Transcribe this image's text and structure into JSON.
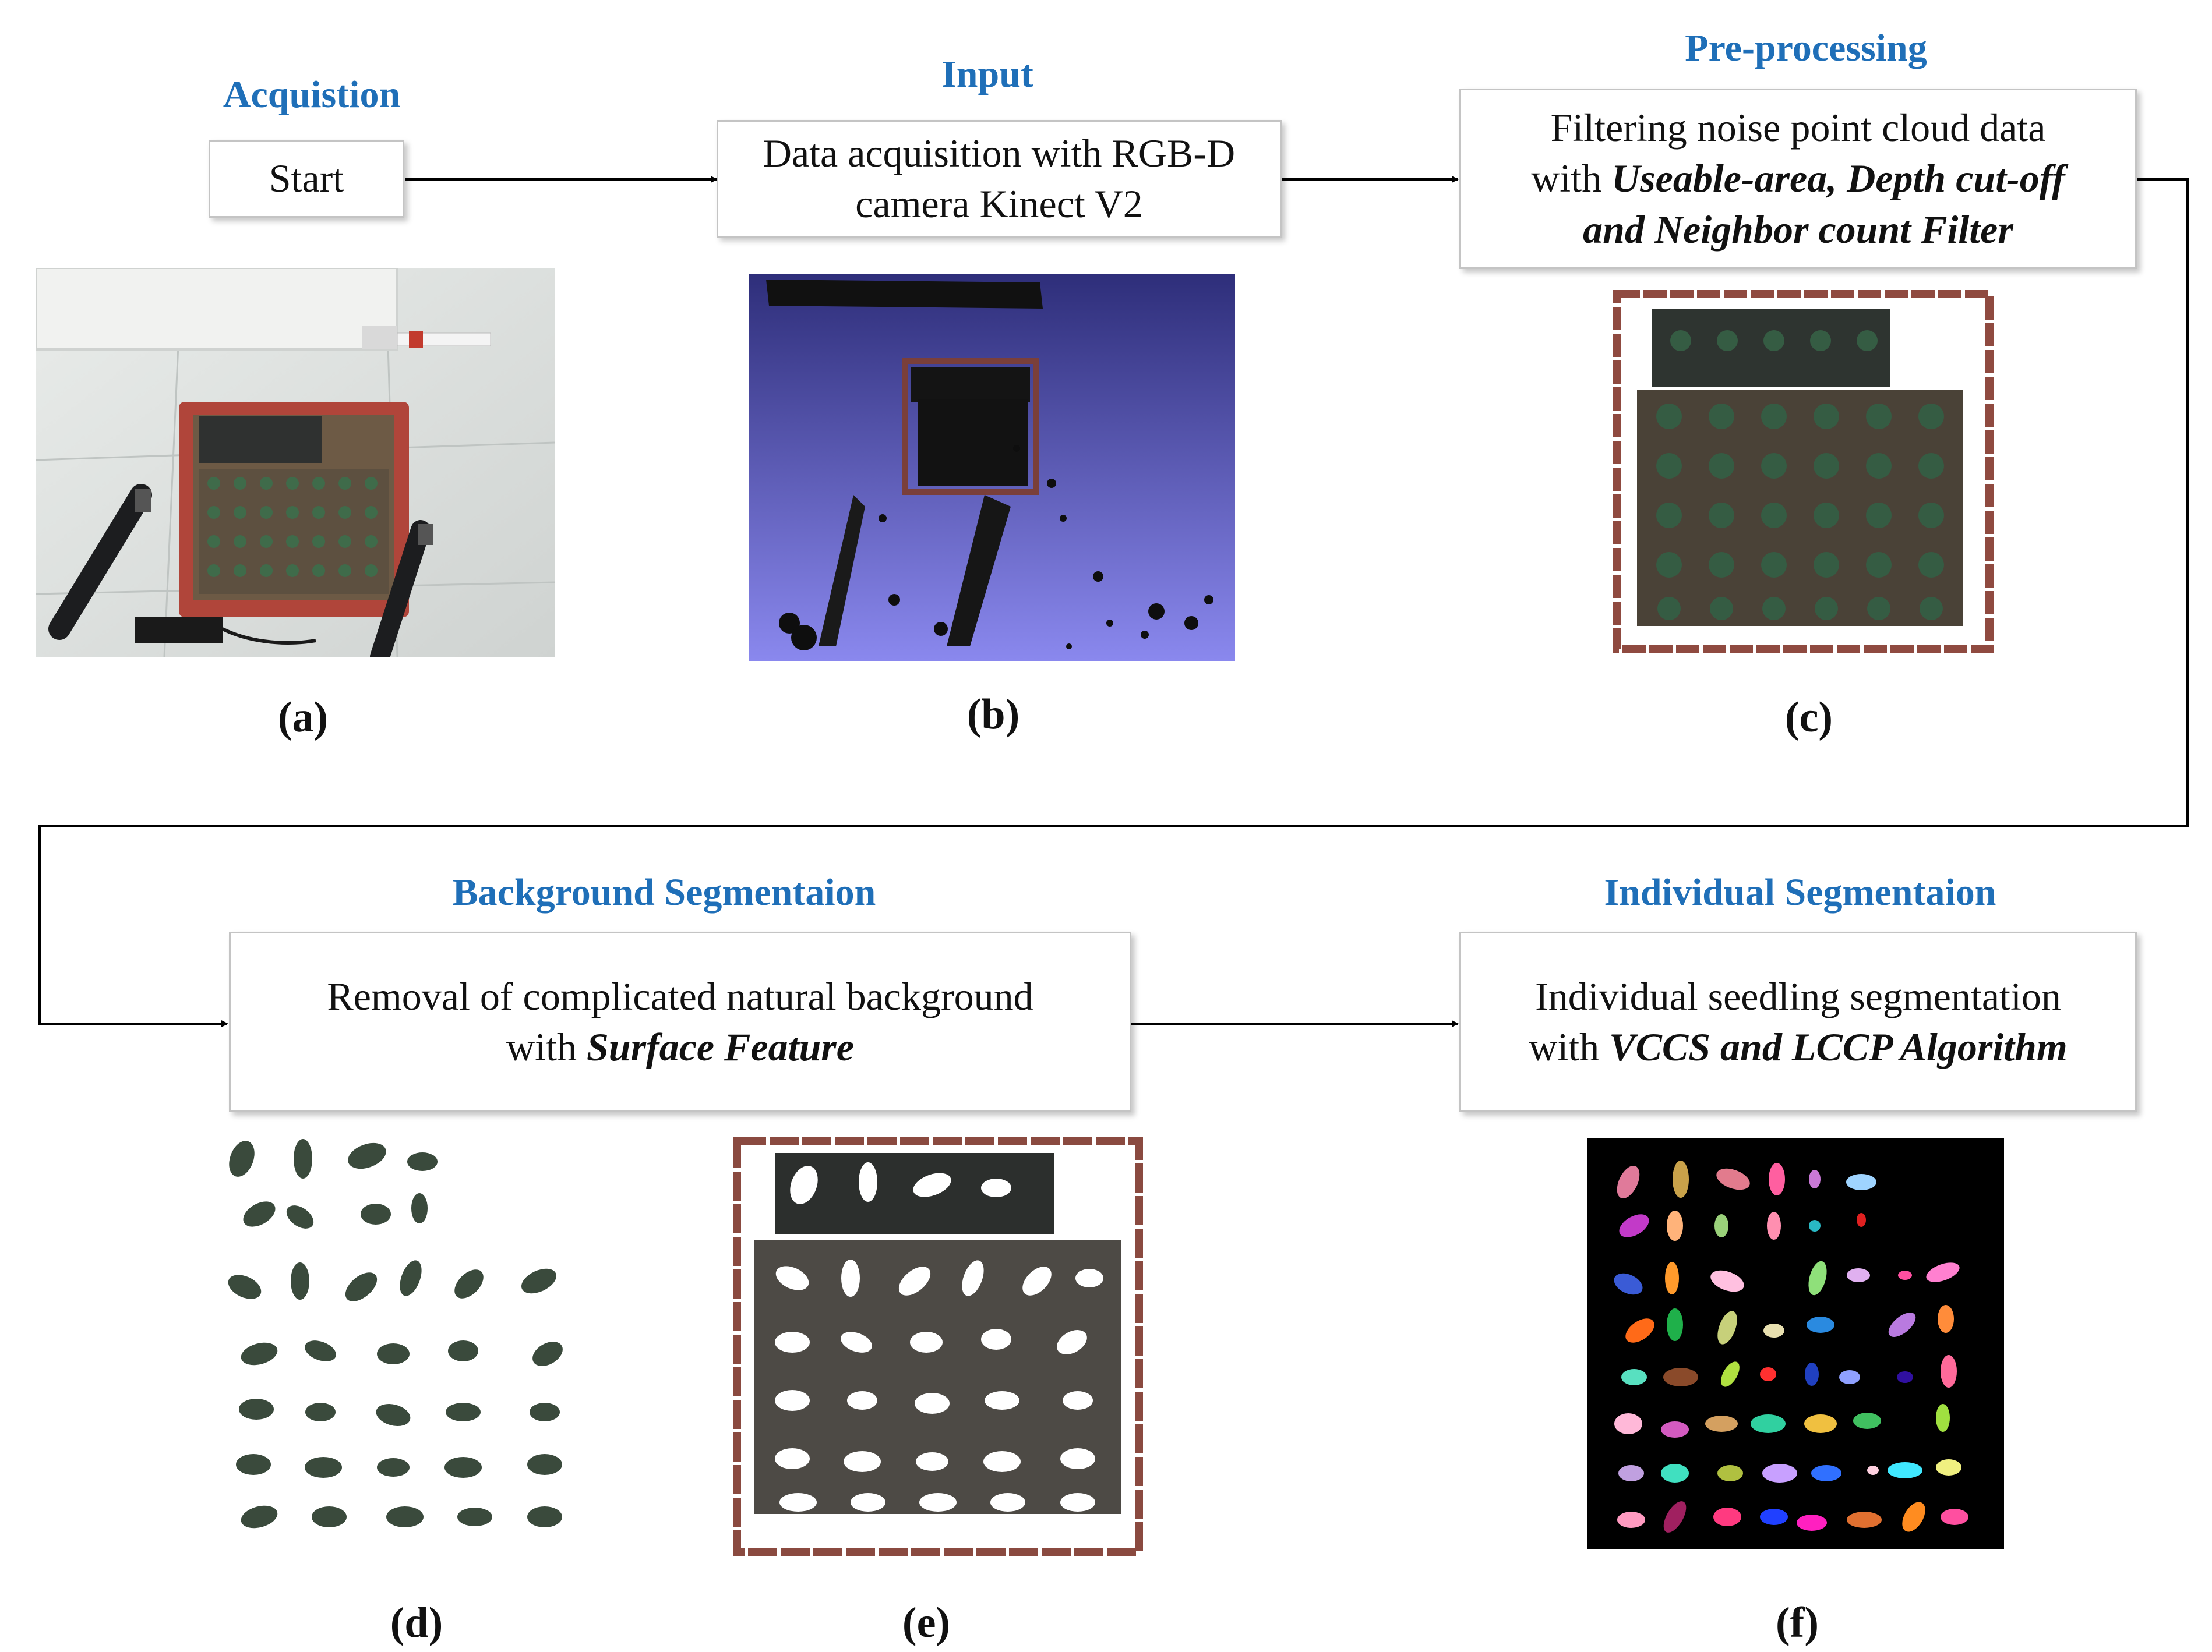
{
  "stages": {
    "acquisition": {
      "title": "Acquistion",
      "box_text": "Start"
    },
    "input": {
      "title": "Input",
      "line1": "Data acquisition with RGB-D",
      "line2": "camera Kinect V2"
    },
    "preprocessing": {
      "title": "Pre-processing",
      "line1": "Filtering noise point cloud data",
      "line2_plain": "with ",
      "line2_em": "Useable-area, Depth cut-off",
      "line3_em": "and Neighbor count Filter"
    },
    "background": {
      "title": "Background Segmentaion",
      "line1": "Removal of complicated natural background",
      "line2_plain": "with ",
      "line2_em": "Surface Feature"
    },
    "individual": {
      "title": "Individual Segmentaion",
      "line1": "Individual seedling segmentation",
      "line2_plain": "with ",
      "line2_em": "VCCS and LCCP Algorithm"
    }
  },
  "panels": {
    "a": "(a)",
    "b": "(b)",
    "c": "(c)",
    "d": "(d)",
    "e": "(e)",
    "f": "(f)"
  },
  "colors": {
    "stage_title": "#1f6fb8",
    "box_border": "#c4c4c4",
    "arrow": "#000000",
    "pointcloud_bg": "#6e70d6"
  }
}
